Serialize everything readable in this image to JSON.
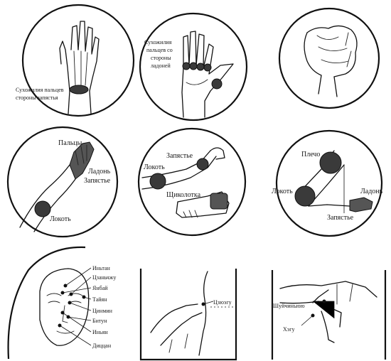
{
  "panels": {
    "p1": {
      "label_line1": "Сухожилия пальцев",
      "label_line2": "стороны запястья"
    },
    "p2": {
      "label_line1": "Сухожилия",
      "label_line2": "пальцев со",
      "label_line3": "стороны",
      "label_line4": "ладоней"
    },
    "p4": {
      "fingers": "Пальцы",
      "palm": "Ладонь",
      "wrist": "Запястье",
      "elbow": "Локоть"
    },
    "p5": {
      "wrist": "Запястье",
      "elbow": "Локоть",
      "ankle": "Щиколотка"
    },
    "p6": {
      "shoulder": "Плечо",
      "elbow": "Локоть",
      "palm": "Ладонь",
      "wrist": "Запястье"
    },
    "p7": {
      "points": [
        "Иньтан",
        "Цзаньчжу",
        "Янбай",
        "Тайян",
        "Цинмин",
        "Битун",
        "Иньян",
        "Диццан"
      ]
    },
    "p8": {
      "point": "Цзюэгу"
    },
    "p9": {
      "point1": "Шуйчиньюю",
      "point2": "Хэгу"
    }
  },
  "colors": {
    "ink": "#111111",
    "paper": "#ffffff",
    "spot": "#3a3a3a"
  }
}
